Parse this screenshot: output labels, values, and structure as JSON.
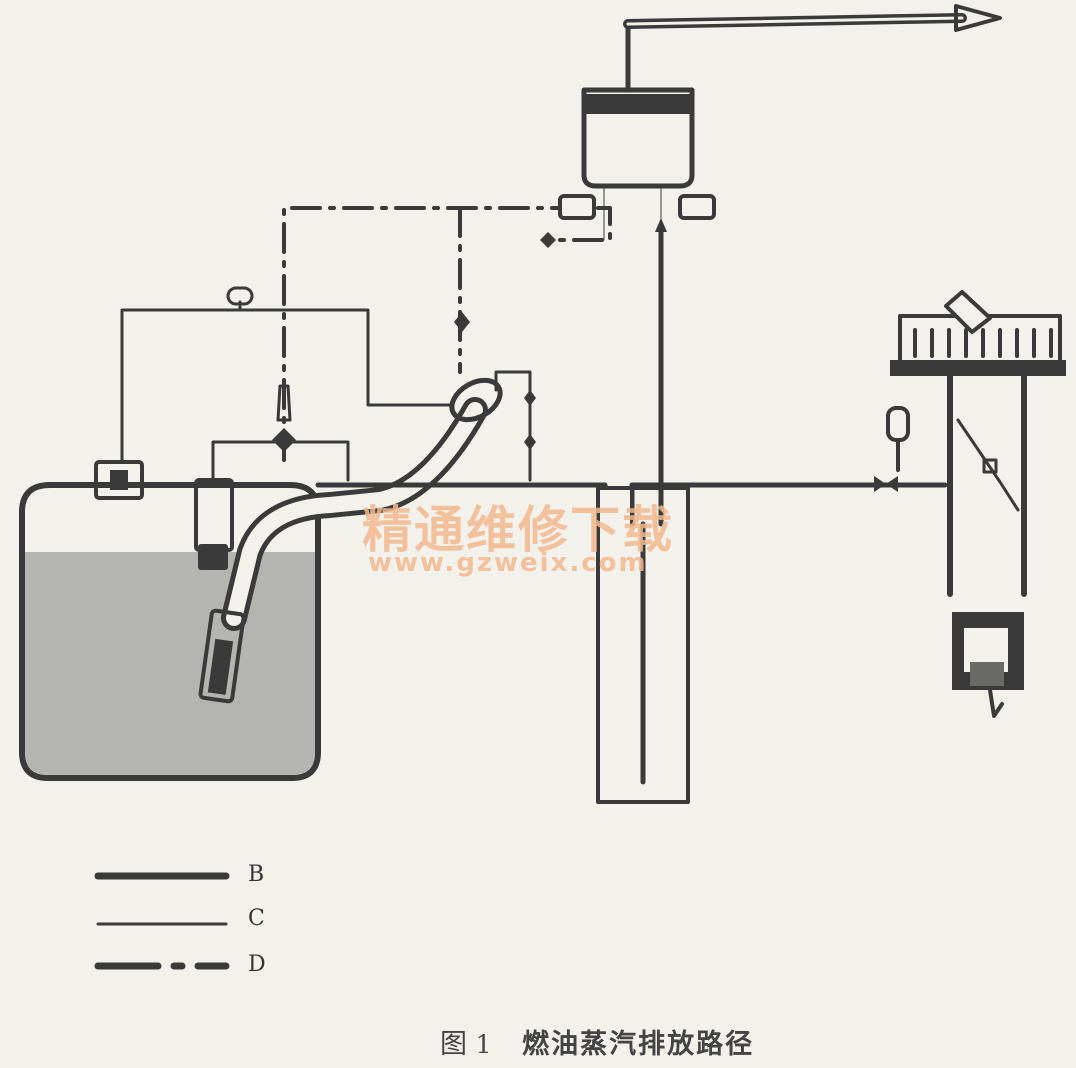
{
  "watermark": {
    "text_cn": "精通维修下载",
    "url": "www.gzweix.com"
  },
  "legend": {
    "items": [
      {
        "label": "B",
        "style": "solid-thick"
      },
      {
        "label": "C",
        "style": "solid-thin"
      },
      {
        "label": "D",
        "style": "dash-dot"
      }
    ]
  },
  "caption": {
    "fig_label": "图",
    "fig_number": "1",
    "title": "燃油蒸汽排放路径"
  },
  "colors": {
    "line": "#3a3a3a",
    "fuel": "#b4b4b0",
    "background": "#f3f1ec",
    "watermark": "#f2b98f"
  },
  "components": [
    "fuel-tank",
    "fuel-filler-pipe",
    "charcoal-canister",
    "canister-purge-valve",
    "engine-intake-manifold",
    "engine-ecu",
    "check-valves",
    "exhaust-outlet"
  ]
}
